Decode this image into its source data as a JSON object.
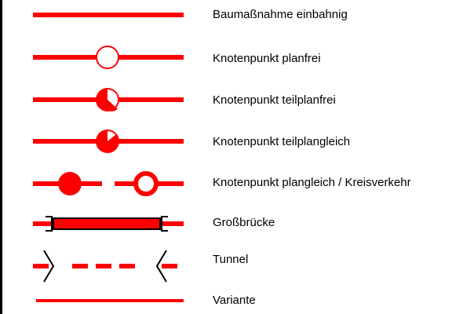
{
  "legend": {
    "colors": {
      "red": "#ff0000",
      "black": "#000000",
      "white": "#ffffff"
    },
    "items": [
      {
        "symbol": "solid-line",
        "label": "Baumaßnahme einbahnig"
      },
      {
        "symbol": "open-circle",
        "label": "Knotenpunkt planfrei"
      },
      {
        "symbol": "half-filled-circle",
        "label": "Knotenpunkt teilplanfrei"
      },
      {
        "symbol": "three-quarter-filled-circle",
        "label": "Knotenpunkt teilplangleich"
      },
      {
        "symbol": "filled-circle-and-ring",
        "label": "Knotenpunkt plangleich / Kreisverkehr"
      },
      {
        "symbol": "bridge",
        "label": "Großbrücke"
      },
      {
        "symbol": "tunnel",
        "label": "Tunnel"
      },
      {
        "symbol": "solid-line-thin",
        "label": "Variante"
      }
    ]
  }
}
